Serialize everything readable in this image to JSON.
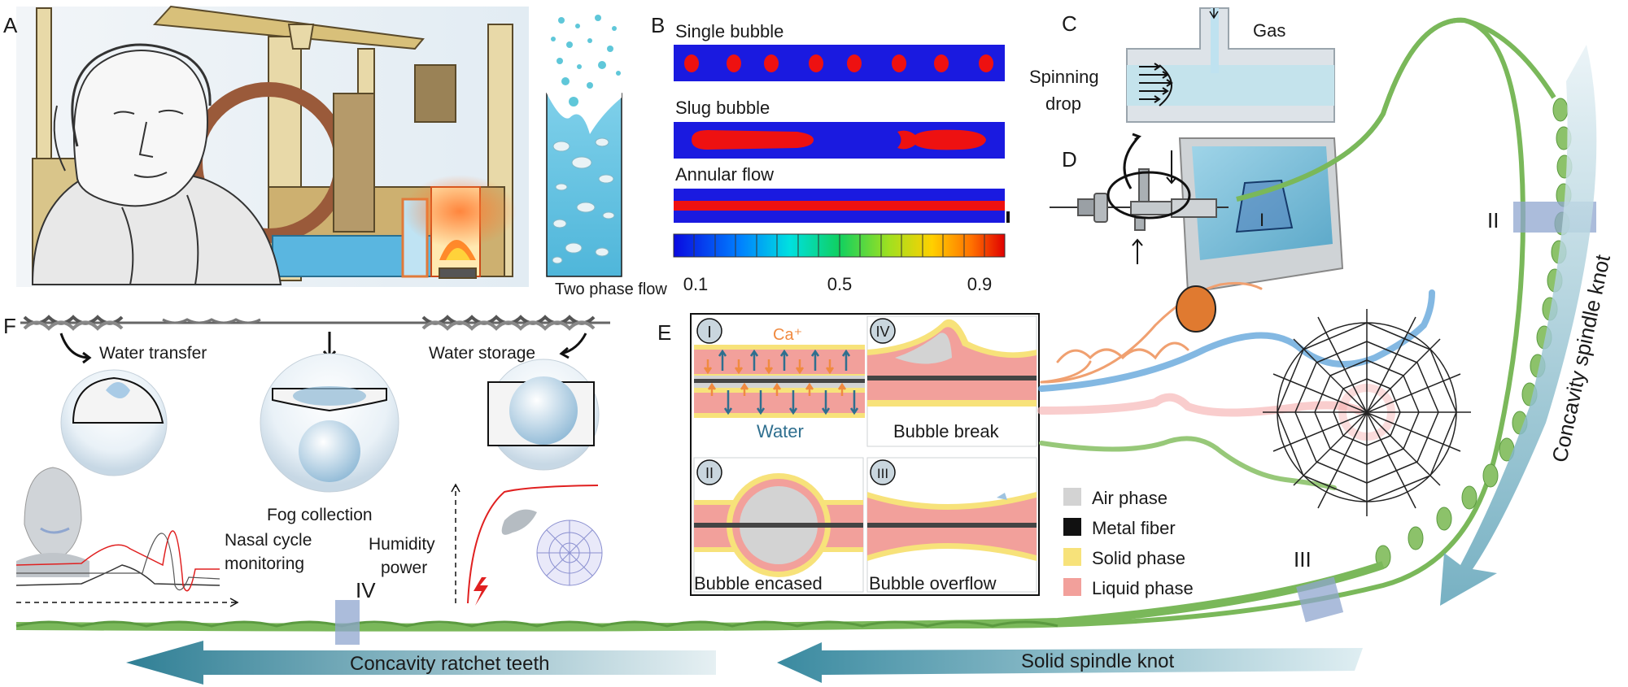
{
  "panels": {
    "A": {
      "letter": "A"
    },
    "B": {
      "letter": "B",
      "single": "Single bubble",
      "slug": "Slug bubble",
      "annular": "Annular flow",
      "ticks": [
        "0.1",
        "0.5",
        "0.9"
      ],
      "two_phase": "Two phase flow"
    },
    "C": {
      "letter": "C",
      "gas": "Gas",
      "spinning": "Spinning",
      "drop": "drop"
    },
    "D": {
      "letter": "D",
      "marker": "I"
    },
    "E": {
      "letter": "E",
      "sub": {
        "I": {
          "num": "I",
          "ca": "Ca⁺",
          "water": "Water"
        },
        "IV": {
          "num": "IV",
          "caption": "Bubble break"
        },
        "II": {
          "num": "II",
          "caption": "Bubble encased"
        },
        "III": {
          "num": "III",
          "caption": "Bubble overflow"
        }
      },
      "legend": [
        {
          "label": "Air phase",
          "color": "#d3d3d3"
        },
        {
          "label": "Metal fiber",
          "color": "#111111"
        },
        {
          "label": "Solid phase",
          "color": "#f7e27a"
        },
        {
          "label": "Liquid phase",
          "color": "#f2a09b"
        }
      ]
    },
    "F": {
      "letter": "F",
      "water_transfer": "Water transfer",
      "water_storage": "Water storage",
      "fog": "Fog collection",
      "nasal1": "Nasal cycle",
      "nasal2": "monitoring",
      "humidity1": "Humidity",
      "humidity2": "power",
      "marker_iv": "IV"
    },
    "fiber": {
      "marker_ii": "II",
      "marker_iii": "III",
      "concavity_spindle": "Concavity spindle knot",
      "solid_spindle": "Solid spindle knot",
      "ratchet": "Concavity ratchet teeth"
    }
  },
  "colors": {
    "fiber_green": "#8cc26a",
    "arrow_teal": "#3f8fa3",
    "tube_blue": "#1a1ae0",
    "bubble_red": "#ee1111"
  }
}
